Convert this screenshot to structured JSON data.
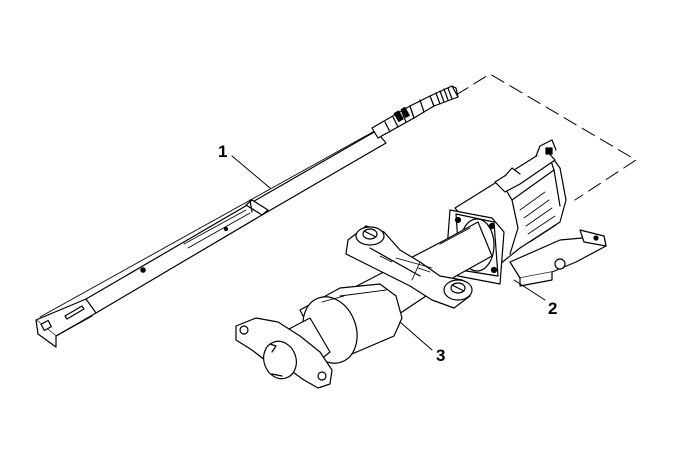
{
  "callouts": [
    {
      "id": "1",
      "label": "1"
    },
    {
      "id": "2",
      "label": "2"
    },
    {
      "id": "3",
      "label": "3"
    }
  ],
  "colors": {
    "line": "#000000",
    "fill": "#ffffff",
    "hatch": "#9a9a9a"
  }
}
